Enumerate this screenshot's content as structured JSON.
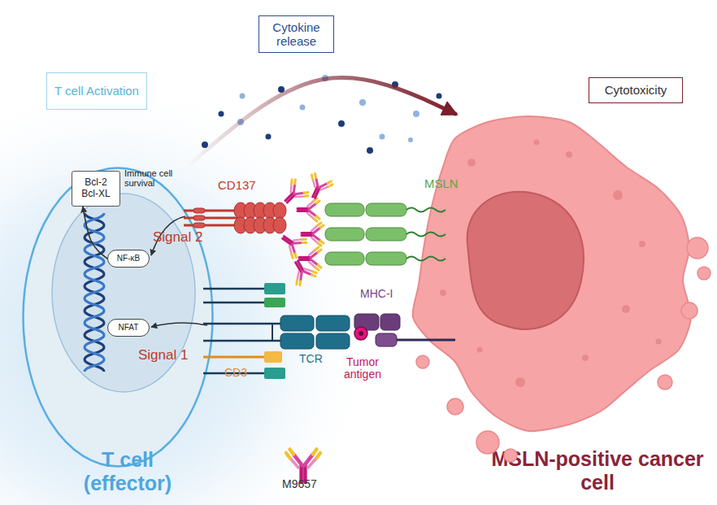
{
  "diagram": {
    "nodes": [
      {
        "text": [
          "Cytokine release"
        ]
      },
      {
        "text": [
          "T cell Activation"
        ]
      },
      {
        "text": [
          "Cytotoxicity"
        ]
      },
      {
        "text": [
          "T cell (effector)"
        ]
      },
      {
        "text": [
          "Bcl-2 Bcl-XL"
        ],
        "in": 3
      },
      {
        "text": [
          "NF-κB"
        ],
        "in": 3
      },
      {
        "text": [
          "NFAT"
        ],
        "in": 3
      },
      {
        "text": [
          "MSLN-positive cancer cell"
        ]
      }
    ],
    "edges": [
      {
        "from": 5,
        "to": 4,
        "arrow": "to"
      },
      {
        "from": 3,
        "to": 7,
        "arrow": "to"
      }
    ],
    "labels": [
      "Immune cell survival",
      "CD137",
      "MSLN",
      "Signal 2",
      "MHC-I",
      "Signal 1",
      "TCR",
      "Tumor antigen",
      "CD3"
    ],
    "legend": [
      {
        "text": "M9657"
      }
    ]
  }
}
